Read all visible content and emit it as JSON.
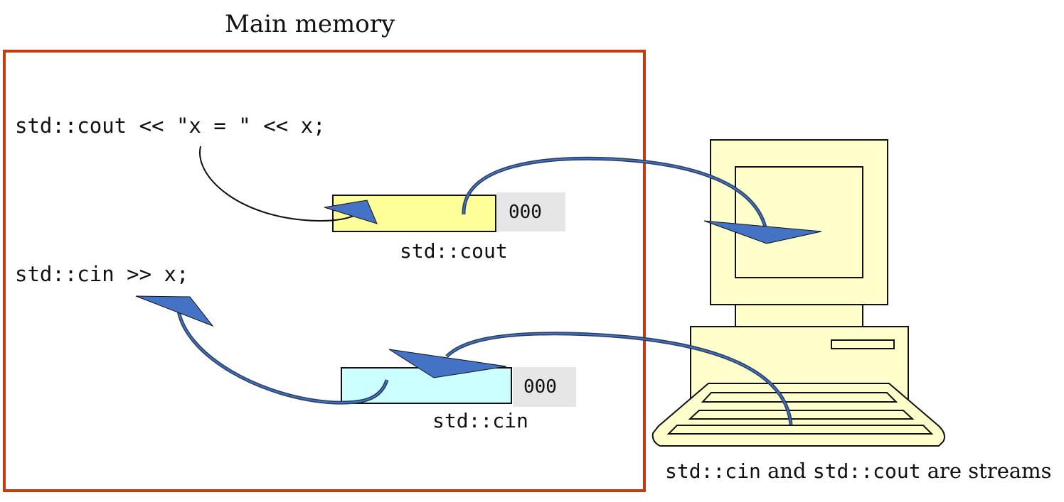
{
  "title": "Main memory",
  "code": {
    "cout_statement": "std::cout << \"x = \" << x;",
    "cin_statement": "std::cin >> x;"
  },
  "streams": {
    "cout": {
      "label": "std::cout",
      "count": "000"
    },
    "cin": {
      "label": "std::cin",
      "count": "000"
    }
  },
  "caption": {
    "part1": "std::cin",
    "part2": " and ",
    "part3": "std::cout",
    "part4": " are streams"
  },
  "colors": {
    "memory_border": "#c8390e",
    "cout_buffer": "#ffff99",
    "cin_buffer": "#ccffff",
    "arrow_fill": "#4472c4",
    "computer_fill": "#ffffcc"
  },
  "icons": [
    "computer-icon",
    "monitor-icon",
    "keyboard-icon"
  ]
}
